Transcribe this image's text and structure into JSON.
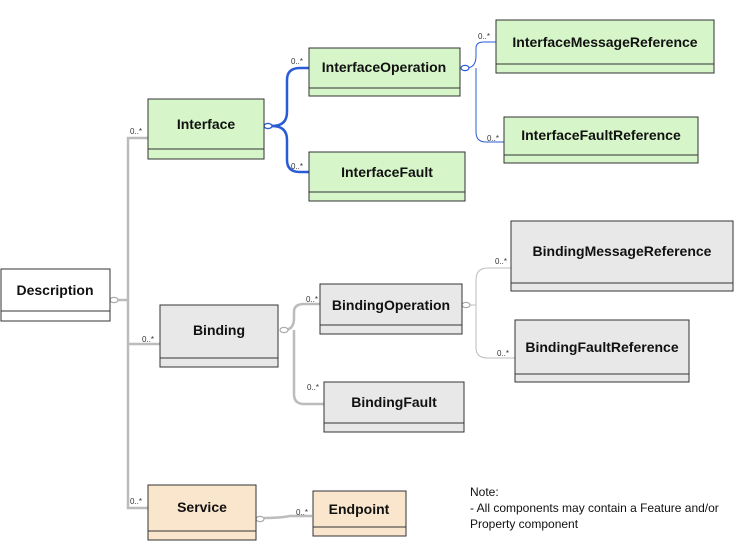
{
  "diagram": {
    "boxes": {
      "description": "Description",
      "interface": "Interface",
      "interface_operation": "InterfaceOperation",
      "interface_message_reference": "InterfaceMessageReference",
      "interface_fault_reference": "InterfaceFaultReference",
      "interface_fault": "InterfaceFault",
      "binding": "Binding",
      "binding_operation": "BindingOperation",
      "binding_message_reference": "BindingMessageReference",
      "binding_fault_reference": "BindingFaultReference",
      "binding_fault": "BindingFault",
      "service": "Service",
      "endpoint": "Endpoint"
    },
    "multiplicity": "0..*",
    "colors": {
      "interface_fill": "#d6f5c8",
      "binding_fill": "#e8e8e8",
      "service_fill": "#fae6cc",
      "description_fill": "#ffffff",
      "interface_links": "#2a5bd7",
      "other_links": "#bcbcbc"
    }
  },
  "note": {
    "title": "Note:",
    "line1": "- All components may contain a Feature and/or",
    "line2": "Property component"
  }
}
